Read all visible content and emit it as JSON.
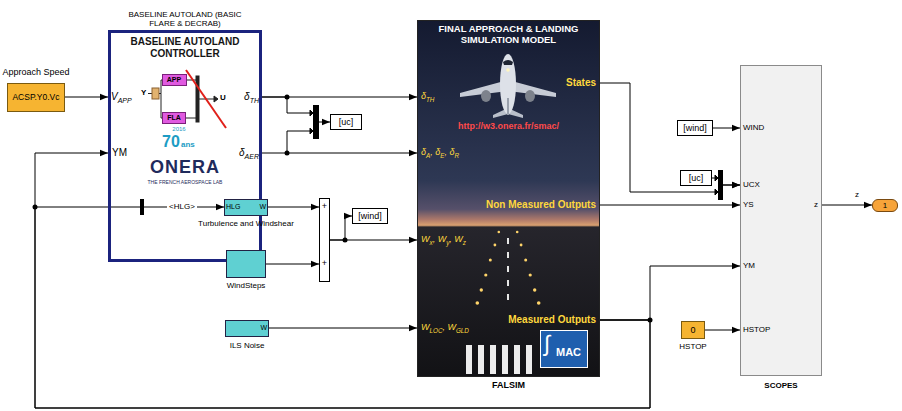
{
  "diagram": {
    "nodes": [
      {
        "text": [
          "Approach Speed",
          "ACSP.Y0.Vc"
        ]
      },
      {
        "text": [
          "BASELINE AUTOLAND (BASIC FLARE & DECRAB)",
          "BASELINE AUTOLAND CONTROLLER",
          "V",
          "APP",
          "Y",
          "U",
          "δ",
          "TH",
          "2016",
          "70",
          "ans",
          "YM",
          "δ",
          "AER",
          "ONERA",
          "THE FRENCH AEROSPACE LAB"
        ]
      },
      {
        "text": [
          "APP"
        ],
        "in": 1
      },
      {
        "text": [
          "FLA"
        ],
        "in": 1
      },
      {
        "text": [
          "[uc]"
        ]
      },
      {
        "text": [
          "FINAL APPROACH & LANDING SIMULATION MODEL",
          "States",
          "δ",
          "TH",
          "http://w3.onera.fr/smac/",
          "δ",
          "A",
          ", δ",
          "E",
          ", δ",
          "R",
          "Non Measured Outputs",
          "W",
          "x",
          ", W",
          "y",
          ", W",
          "z",
          "Measured Outputs",
          "W",
          "LOC",
          ", W",
          "GLD",
          "FALSIM"
        ]
      },
      {
        "text": [
          "∫",
          "MAC"
        ],
        "in": 5
      },
      {
        "text": [
          "HLG",
          "W",
          "Turbulence and Windshear"
        ]
      },
      {
        "text": [
          "WindSteps"
        ]
      },
      {
        "text": [
          "+",
          "+"
        ]
      },
      {
        "text": [
          "[wind]"
        ]
      },
      {
        "text": [
          "W",
          "ILS Noise"
        ]
      },
      {
        "text": [
          "[wind]"
        ]
      },
      {
        "text": [
          "[uc]"
        ]
      },
      {
        "text": [
          "0",
          "HSTOP"
        ]
      },
      {
        "text": [
          "WIND",
          "UCX",
          "YS",
          "YM",
          "HSTOP",
          "z",
          "SCOPES"
        ]
      },
      {
        "text": [
          "1"
        ]
      }
    ],
    "edges": [
      {
        "from": 0,
        "to": 1,
        "arrow": "to"
      },
      {
        "from": 1,
        "to": 5,
        "arrow": "to"
      },
      {
        "from": 1,
        "to": 5,
        "arrow": "to"
      },
      {
        "from": 1,
        "to": 4,
        "arrow": "to"
      },
      {
        "from": 5,
        "to": 1,
        "arrow": "to"
      },
      {
        "from": 5,
        "to": 7,
        "label": "<HLG>",
        "arrow": "to"
      },
      {
        "from": 7,
        "to": 9,
        "arrow": "to"
      },
      {
        "from": 8,
        "to": 9,
        "arrow": "to"
      },
      {
        "from": 9,
        "to": 5,
        "arrow": "to"
      },
      {
        "from": 9,
        "to": 10,
        "arrow": "to"
      },
      {
        "from": 11,
        "to": 5,
        "arrow": "to"
      },
      {
        "from": 12,
        "to": 15,
        "arrow": "to"
      },
      {
        "from": 13,
        "to": 15,
        "arrow": "to"
      },
      {
        "from": 5,
        "to": 15,
        "arrow": "to"
      },
      {
        "from": 5,
        "to": 15,
        "arrow": "to"
      },
      {
        "from": 5,
        "to": 15,
        "arrow": "to"
      },
      {
        "from": 14,
        "to": 15,
        "arrow": "to"
      },
      {
        "from": 15,
        "to": 16,
        "label": "z",
        "arrow": "to"
      }
    ]
  }
}
